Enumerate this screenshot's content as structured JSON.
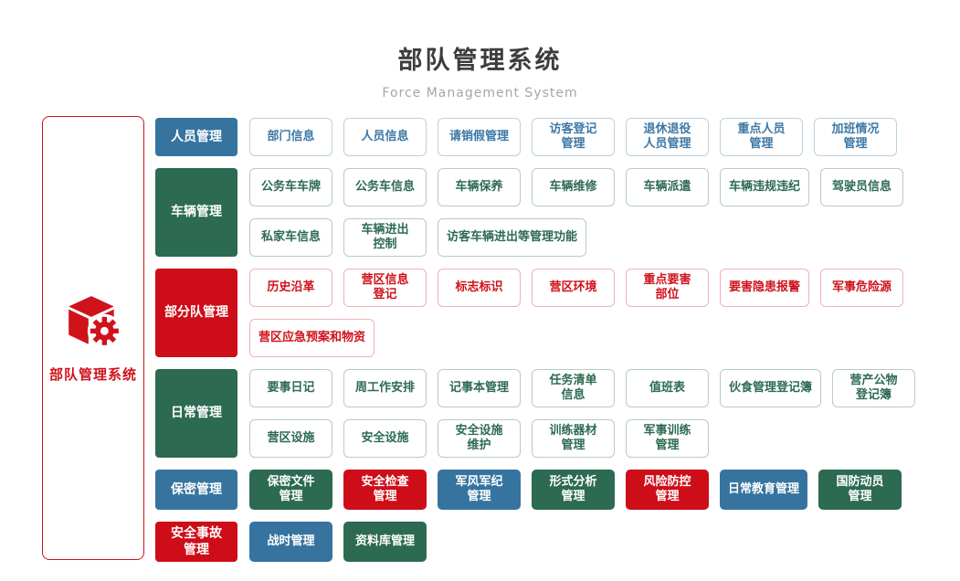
{
  "header": {
    "title": "部队管理系统",
    "subtitle": "Force Management System"
  },
  "sidebar": {
    "label": "部队管理系统",
    "icon": "cube-gear-icon",
    "accent_color": "#d0121b"
  },
  "colors": {
    "blue": "#36749f",
    "green": "#2c6a52",
    "red": "#cd0d18",
    "outline_text_blue": "#3e78a6",
    "outline_text_green": "#2e6b52",
    "outline_text_red": "#d0121b"
  },
  "rows": [
    {
      "id": "personnel",
      "kind": "outline",
      "category": {
        "label": "人员管理",
        "color": "blue"
      },
      "lines": [
        [
          {
            "label": "部门信息"
          },
          {
            "label": "人员信息"
          },
          {
            "label": "请销假管理"
          },
          {
            "label": "访客登记\n管理"
          },
          {
            "label": "退休退役\n人员管理"
          },
          {
            "label": "重点人员\n管理"
          },
          {
            "label": "加班情况\n管理"
          }
        ]
      ]
    },
    {
      "id": "vehicle",
      "kind": "outline",
      "category": {
        "label": "车辆管理",
        "color": "green"
      },
      "lines": [
        [
          {
            "label": "公务车车牌"
          },
          {
            "label": "公务车信息"
          },
          {
            "label": "车辆保养"
          },
          {
            "label": "车辆维修"
          },
          {
            "label": "车辆派遣"
          },
          {
            "label": "车辆违规违纪"
          },
          {
            "label": "驾驶员信息"
          }
        ],
        [
          {
            "label": "私家车信息"
          },
          {
            "label": "车辆进出\n控制"
          },
          {
            "label": "访客车辆进出等管理功能"
          }
        ]
      ]
    },
    {
      "id": "unit",
      "kind": "outline",
      "category": {
        "label": "部分队管理",
        "color": "red"
      },
      "lines": [
        [
          {
            "label": "历史沿革"
          },
          {
            "label": "营区信息\n登记"
          },
          {
            "label": "标志标识"
          },
          {
            "label": "营区环境"
          },
          {
            "label": "重点要害\n部位"
          },
          {
            "label": "要害隐患报警"
          },
          {
            "label": "军事危险源"
          }
        ],
        [
          {
            "label": "营区应急预案和物资"
          }
        ]
      ]
    },
    {
      "id": "daily",
      "kind": "outline",
      "category": {
        "label": "日常管理",
        "color": "green"
      },
      "lines": [
        [
          {
            "label": "要事日记"
          },
          {
            "label": "周工作安排"
          },
          {
            "label": "记事本管理"
          },
          {
            "label": "任务清单\n信息"
          },
          {
            "label": "值班表"
          },
          {
            "label": "伙食管理登记簿"
          },
          {
            "label": "营产公物\n登记簿"
          }
        ],
        [
          {
            "label": "营区设施"
          },
          {
            "label": "安全设施"
          },
          {
            "label": "安全设施\n维护"
          },
          {
            "label": "训练器材\n管理"
          },
          {
            "label": "军事训练\n管理"
          }
        ]
      ]
    },
    {
      "id": "secrecy",
      "kind": "solid",
      "category": {
        "label": "保密管理",
        "color": "blue"
      },
      "lines": [
        [
          {
            "label": "保密文件\n管理",
            "color": "green"
          },
          {
            "label": "安全检查\n管理",
            "color": "red"
          },
          {
            "label": "军风军纪\n管理",
            "color": "blue"
          },
          {
            "label": "形式分析\n管理",
            "color": "green"
          },
          {
            "label": "风险防控\n管理",
            "color": "red"
          },
          {
            "label": "日常教育管理",
            "color": "blue"
          },
          {
            "label": "国防动员\n管理",
            "color": "green"
          }
        ]
      ]
    },
    {
      "id": "accident",
      "kind": "solid",
      "category": {
        "label": "安全事故\n管理",
        "color": "red"
      },
      "lines": [
        [
          {
            "label": "战时管理",
            "color": "blue"
          },
          {
            "label": "资料库管理",
            "color": "green"
          }
        ]
      ]
    }
  ]
}
